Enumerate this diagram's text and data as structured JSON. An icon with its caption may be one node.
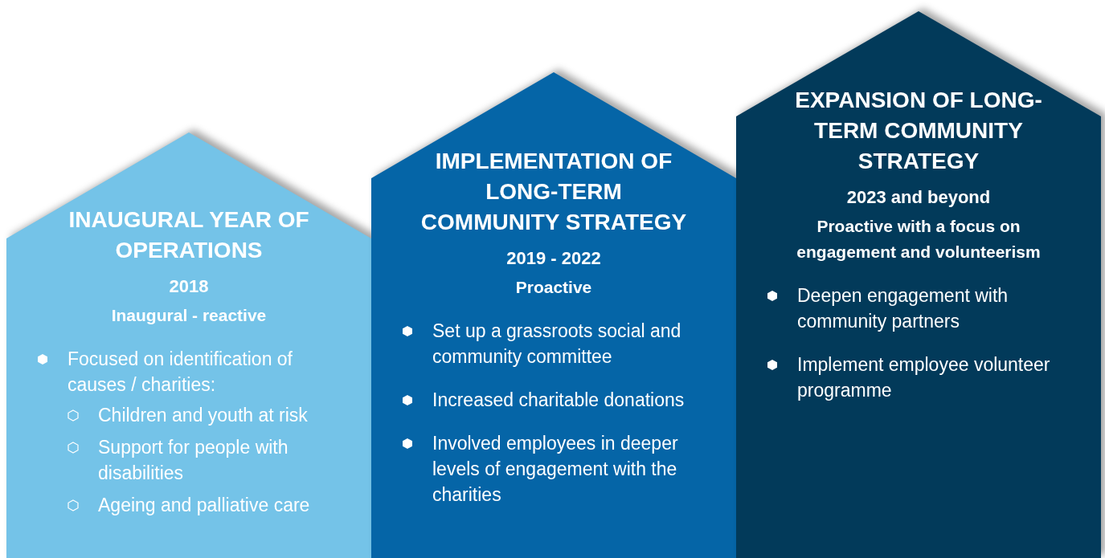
{
  "diagram": {
    "nodes": [
      {
        "text": [
          "INAUGURAL YEAR OF OPERATIONS",
          "2018",
          "Inaugural - reactive",
          "Focused on identification of causes / charities:",
          "Children and youth at risk",
          "Support for people with disabilities",
          "Ageing and palliative care"
        ]
      },
      {
        "text": [
          "IMPLEMENTATION OF LONG-TERM COMMUNITY STRATEGY",
          "2019 - 2022",
          "Proactive",
          "Set up a grassroots social and community committee",
          "Increased charitable donations",
          "Involved employees in deeper levels of engagement with the charities"
        ]
      },
      {
        "text": [
          "EXPANSION OF LONG-TERM COMMUNITY STRATEGY",
          "2023 and beyond",
          "Proactive with a focus on engagement and volunteerism",
          "Deepen engagement with community partners",
          "Implement employee volunteer programme"
        ]
      }
    ],
    "edges": []
  }
}
